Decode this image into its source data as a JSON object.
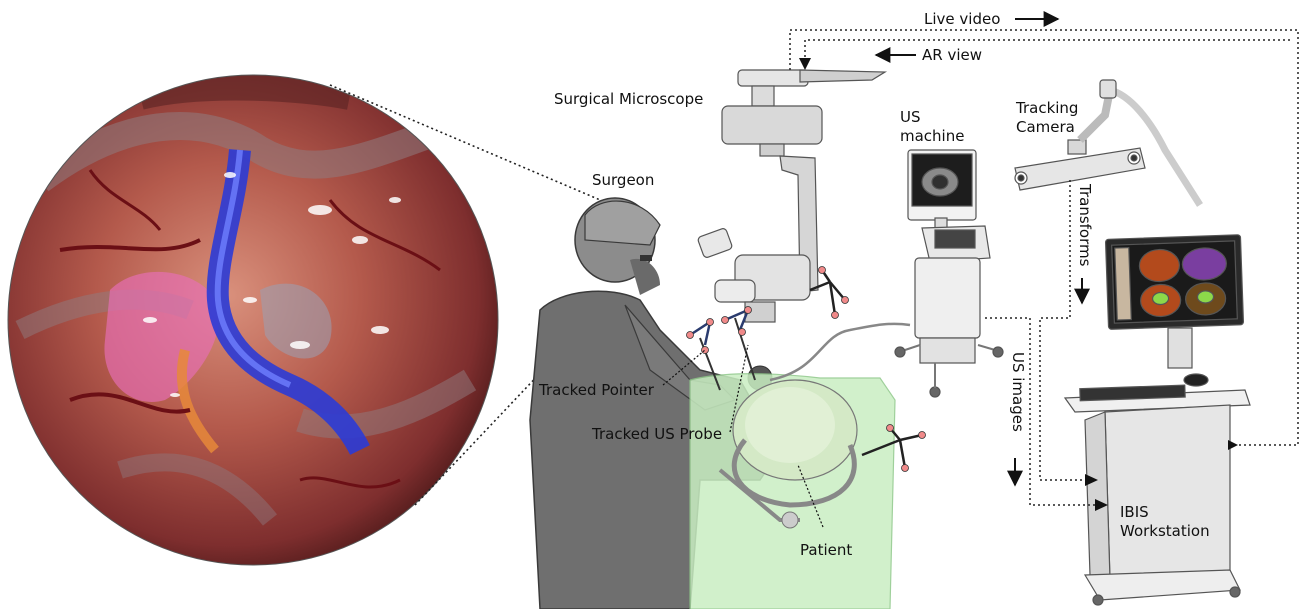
{
  "labels": {
    "live_video": "Live video",
    "ar_view": "AR view",
    "surgical_microscope": "Surgical Microscope",
    "us_machine_line1": "US",
    "us_machine_line2": "machine",
    "tracking_camera_line1": "Tracking",
    "tracking_camera_line2": "Camera",
    "surgeon": "Surgeon",
    "transforms": "Transforms",
    "us_images": "US images",
    "tracked_pointer": "Tracked Pointer",
    "tracked_us_probe": "Tracked US Probe",
    "patient": "Patient",
    "ibis_line1": "IBIS",
    "ibis_line2": "Workstation"
  },
  "icons": {
    "surgical_view": "augmented-reality-brain-view",
    "microscope": "surgical-microscope-icon",
    "us_machine": "ultrasound-machine-icon",
    "camera": "tracking-camera-icon",
    "surgeon": "surgeon-figure",
    "patient": "patient-head-frame",
    "workstation": "workstation-cart-icon"
  },
  "colors": {
    "line": "#222222",
    "device_gray": "#d9d9d9",
    "patient_green": "#c9eec2",
    "surgeon_gray": "#6e6e6e",
    "brain_red": "#8a2c2c",
    "vessel_blue": "#2b3bd6"
  }
}
